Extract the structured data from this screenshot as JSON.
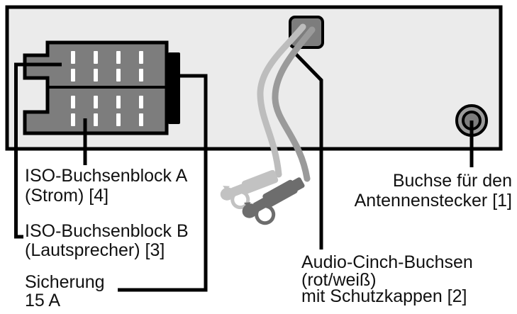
{
  "labels": {
    "iso_block_a": {
      "lines": [
        "ISO-Buchsenblock A",
        "(Strom) [4]"
      ]
    },
    "iso_block_b": {
      "lines": [
        "ISO-Buchsenblock B",
        "(Lautsprecher) [3]"
      ]
    },
    "fuse": {
      "lines": [
        "Sicherung",
        "15 A"
      ]
    },
    "antenna": {
      "lines": [
        "Buchse für den",
        "Antennenstecker [1]"
      ]
    },
    "cinch": {
      "lines": [
        "Audio-Cinch-Buchsen",
        "(rot/weiß)",
        "mit Schutzkappen [2]"
      ]
    }
  },
  "colors": {
    "panel_fill": "#ebebeb",
    "connector_gray": "#7d7d7d",
    "outline_black": "#000000",
    "cable_light": "#bdbdbd",
    "cable_dark": "#9a9a9a",
    "plug_light": "#c2c2c2",
    "plug_dark": "#6d6d6d",
    "antenna_outer": "#9a9a9a",
    "antenna_inner": "#7d7d7d"
  }
}
